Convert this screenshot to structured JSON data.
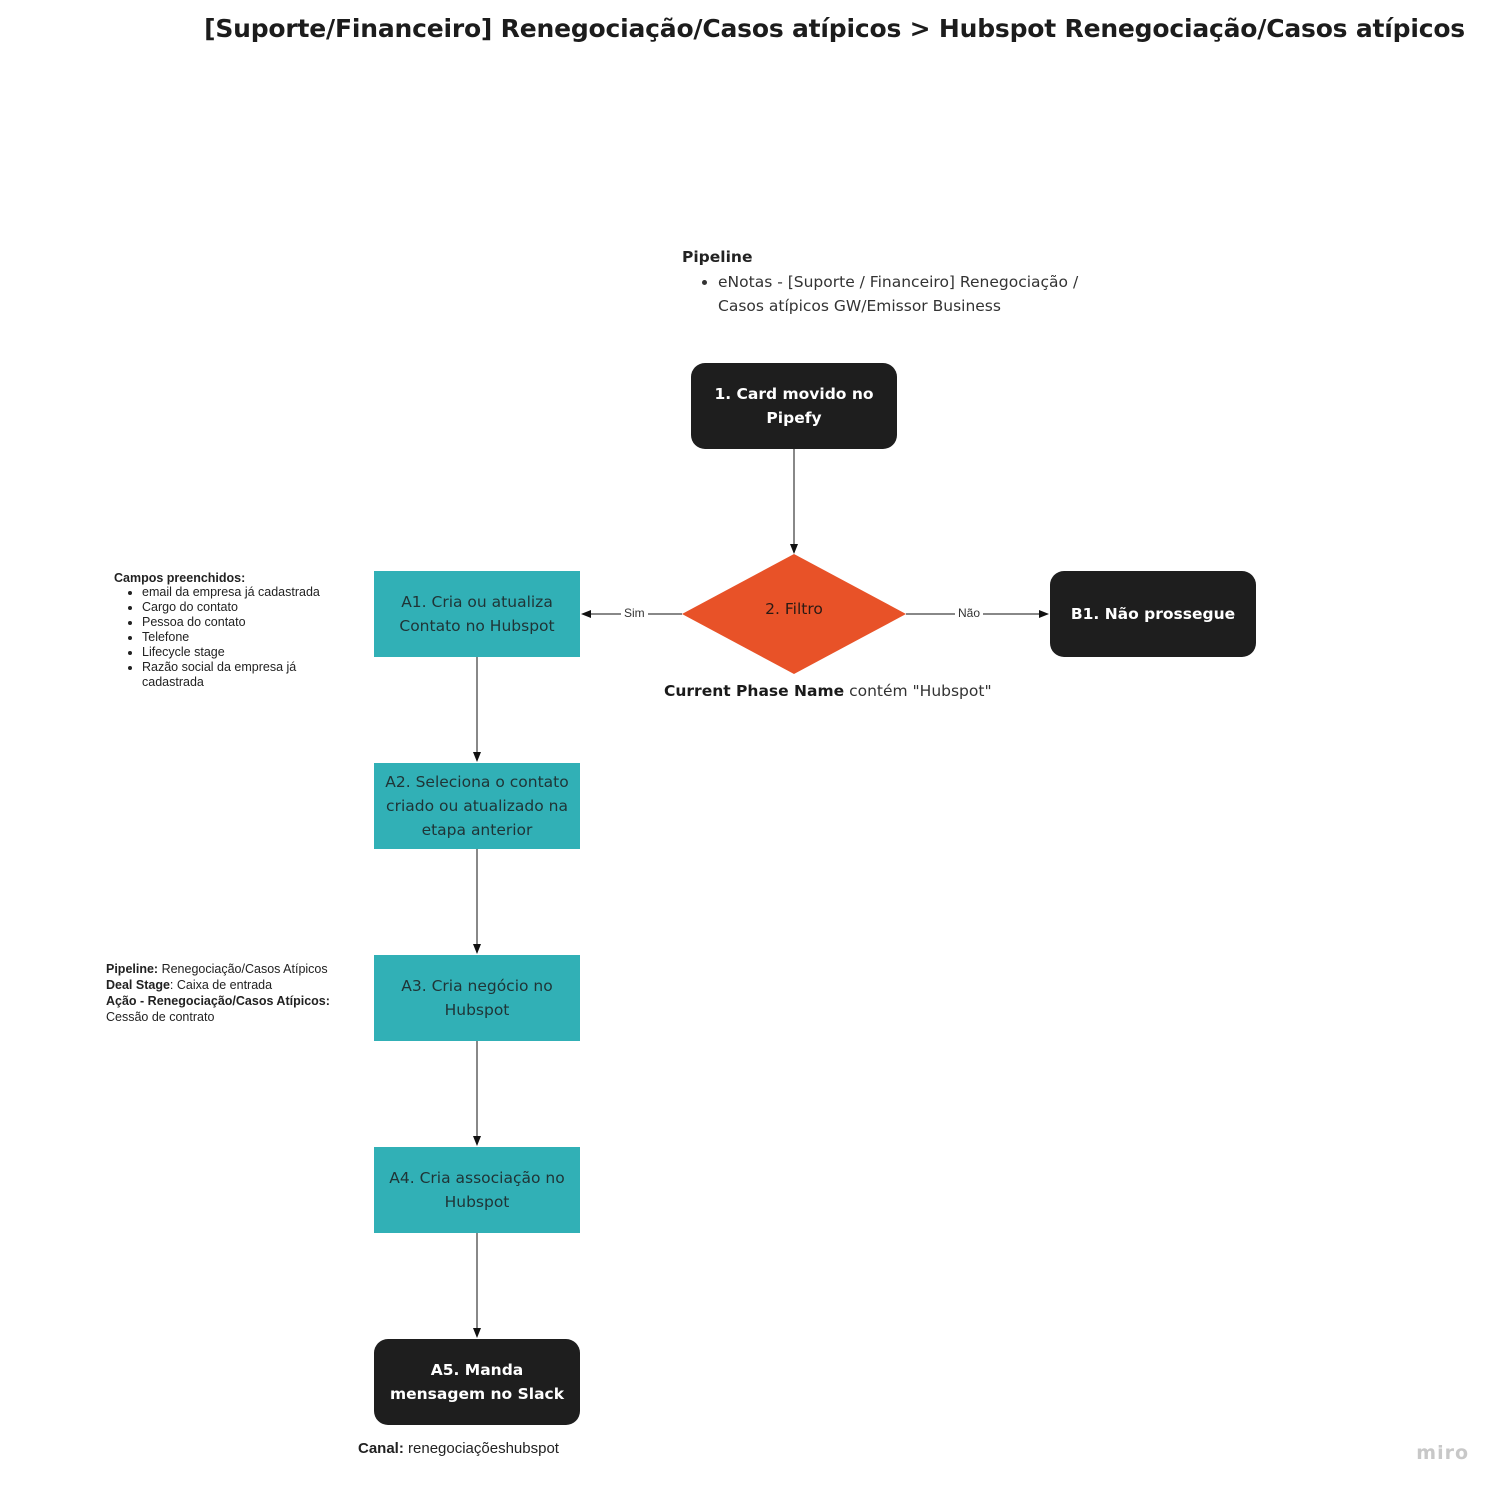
{
  "title": "[Suporte/Financeiro] Renegociação/Casos atípicos > Hubspot Renegociação/Casos atípicos",
  "pipeline_note": {
    "heading": "Pipeline",
    "items": [
      "eNotas - [Suporte / Financeiro] Renegociação / Casos atípicos GW/Emissor Business"
    ]
  },
  "nodes": {
    "n1": "1. Card movido no Pipefy",
    "n2": "2. Filtro",
    "a1": "A1. Cria ou atualiza Contato no Hubspot",
    "a2": "A2. Seleciona o contato criado ou atualizado na etapa anterior",
    "a3": "A3. Cria negócio no Hubspot",
    "a4": "A4. Cria associação no Hubspot",
    "a5": "A5. Manda mensagem no Slack",
    "b1": "B1. Não prossegue"
  },
  "edges": {
    "sim": "Sim",
    "nao": "Não"
  },
  "filter_note": {
    "bold": "Current Phase Name",
    "rest": " contém \"Hubspot\""
  },
  "fields_note": {
    "heading": "Campos preenchidos:",
    "items": [
      "email da empresa já cadastrada",
      "Cargo do contato",
      "Pessoa do contato",
      "Telefone",
      "Lifecycle stage",
      "Razão social da empresa já cadastrada"
    ]
  },
  "deal_note": {
    "pipeline_label": "Pipeline:",
    "pipeline_value": " Renegociação/Casos Atípicos",
    "stage_label": "Deal Stage",
    "stage_value": ": Caixa de entrada",
    "action_label": "Ação - Renegociação/Casos Atípicos:",
    "action_value": "Cessão de contrato"
  },
  "canal_note": {
    "label": "Canal:",
    "value": " renegociaçõeshubspot"
  },
  "logo": "miro",
  "colors": {
    "dark": "#1e1e1e",
    "teal": "#31b0b6",
    "filter": "#e85228"
  }
}
